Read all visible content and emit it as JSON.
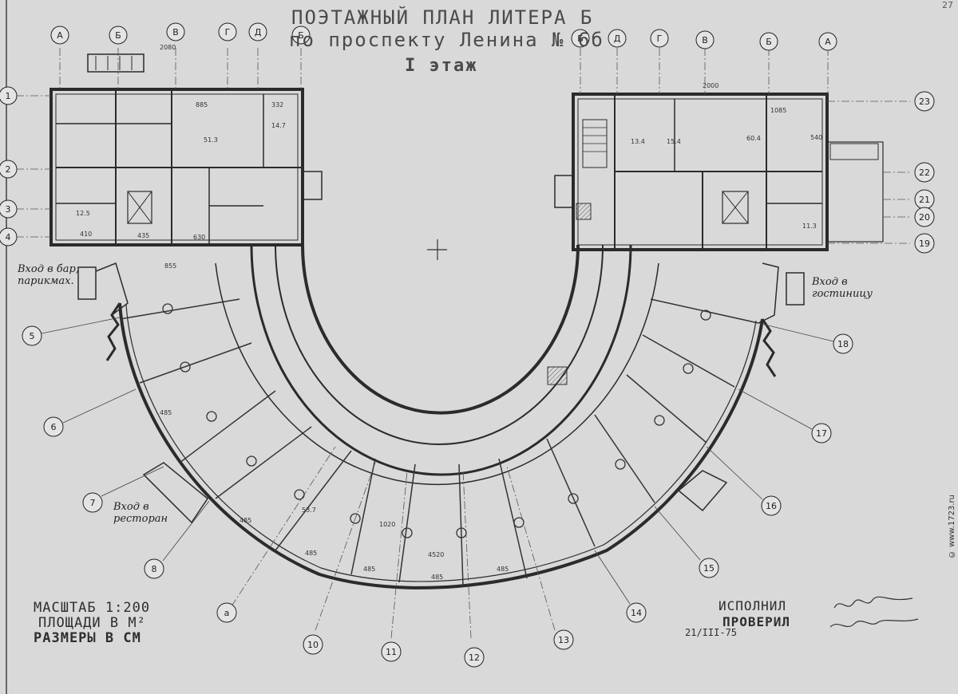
{
  "title": {
    "line1": "ПОЭТАЖНЫЙ ПЛАН ЛИТЕРА Б",
    "line2": "по проспекту Ленина № 6б",
    "line3": "I этаж"
  },
  "page_number": "27",
  "column_axes_left": [
    "А",
    "Б",
    "В",
    "Г",
    "Д",
    "Б"
  ],
  "column_axes_right": [
    "Б",
    "Д",
    "Г",
    "В",
    "Б",
    "А"
  ],
  "row_axes_left": [
    "1",
    "2",
    "3",
    "4"
  ],
  "row_axes_right": [
    "23",
    "22",
    "21",
    "20",
    "19"
  ],
  "radial_axes": [
    "5",
    "6",
    "7",
    "8",
    "а",
    "10",
    "11",
    "12",
    "13",
    "14",
    "15",
    "16",
    "17",
    "18"
  ],
  "entrances": {
    "left_top": "Вход в бар, парикмах.",
    "right_top": "Вход в гостиницу",
    "left_bottom": "Вход в ресторан"
  },
  "stamp": {
    "scale": "МАСШТАБ 1:200",
    "area": "ПЛОЩАДИ В М²",
    "dims": "РАЗМЕРЫ В СМ",
    "made": "ИСПОЛНИЛ",
    "checked": "ПРОВЕРИЛ",
    "date": "21/III-75"
  },
  "watermark": "© www.1723.ru",
  "dimension_labels": [
    "2080",
    "2000",
    "885",
    "332",
    "1085",
    "540",
    "410",
    "855",
    "435",
    "630",
    "4520",
    "1020",
    "485",
    "485",
    "485",
    "485",
    "485",
    "485",
    "53.7",
    "51.3",
    "14.7",
    "60.4",
    "12.5",
    "13.4",
    "15.4",
    "11.3"
  ]
}
